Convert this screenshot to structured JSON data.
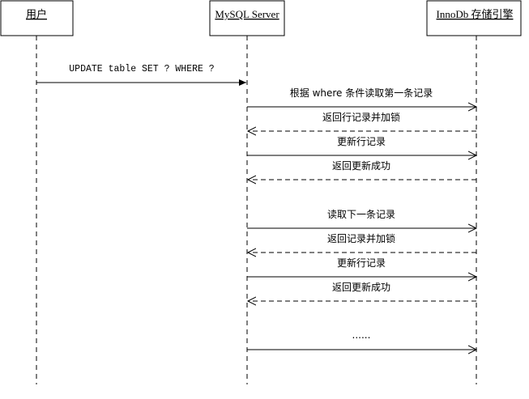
{
  "participants": [
    {
      "id": "user",
      "label": "用户"
    },
    {
      "id": "server",
      "label": "MySQL Server"
    },
    {
      "id": "innodb",
      "label": "InnoDb 存储引擎"
    }
  ],
  "messages": [
    {
      "from": "user",
      "to": "server",
      "label": "UPDATE table SET ? WHERE ?",
      "style": "solid",
      "head": "filled"
    },
    {
      "from": "server",
      "to": "innodb",
      "label": "根据 where 条件读取第一条记录",
      "style": "solid",
      "head": "open"
    },
    {
      "from": "innodb",
      "to": "server",
      "label": "返回行记录并加锁",
      "style": "dashed",
      "head": "open"
    },
    {
      "from": "server",
      "to": "innodb",
      "label": "更新行记录",
      "style": "solid",
      "head": "open"
    },
    {
      "from": "innodb",
      "to": "server",
      "label": "返回更新成功",
      "style": "dashed",
      "head": "open"
    },
    {
      "from": "server",
      "to": "innodb",
      "label": "读取下一条记录",
      "style": "solid",
      "head": "open"
    },
    {
      "from": "innodb",
      "to": "server",
      "label": "返回记录并加锁",
      "style": "dashed",
      "head": "open"
    },
    {
      "from": "server",
      "to": "innodb",
      "label": "更新行记录",
      "style": "solid",
      "head": "open"
    },
    {
      "from": "innodb",
      "to": "server",
      "label": "返回更新成功",
      "style": "dashed",
      "head": "open"
    },
    {
      "from": "server",
      "to": "innodb",
      "label": "......",
      "style": "solid",
      "head": "open"
    }
  ]
}
